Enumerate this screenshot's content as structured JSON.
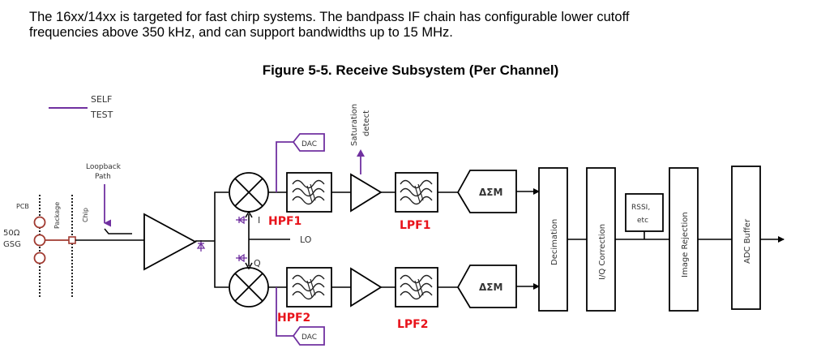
{
  "paragraph": {
    "line1": "The 16xx/14xx is targeted for fast chirp systems. The bandpass IF chain has configurable lower cutoff",
    "line2": "frequencies above 350 kHz, and can support bandwidths up to 15 MHz."
  },
  "figure": {
    "title": "Figure 5-5. Receive Subsystem (Per Channel)",
    "legend": {
      "line1": "SELF",
      "line2": "TEST",
      "color": "#7030a0"
    },
    "boundaries": {
      "pcb": "PCB",
      "package": "Package",
      "chip": "Chip"
    },
    "port": {
      "line1": "50Ω",
      "line2": "GSG",
      "color": "#a0392f"
    },
    "loopback": {
      "line1": "Loopback",
      "line2": "Path"
    },
    "lo_label": "LO",
    "i_label": "I",
    "q_label": "Q",
    "dac_top": "DAC",
    "dac_bottom": "DAC",
    "saturation": {
      "line1": "Saturation",
      "line2": "detect"
    },
    "annotations": {
      "hpf1": "HPF1",
      "hpf2": "HPF2",
      "lpf1": "LPF1",
      "lpf2": "LPF2",
      "color": "#e8131b"
    },
    "adc_top": "ΔΣM",
    "adc_bottom": "ΔΣM",
    "blocks": {
      "decimation": "Decimation",
      "iq_correction": "I/Q Correction",
      "rssi_line1": "RSSI,",
      "rssi_line2": "etc",
      "image_rejection": "Image Rejection",
      "adc_buffer": "ADC Buffer"
    }
  }
}
